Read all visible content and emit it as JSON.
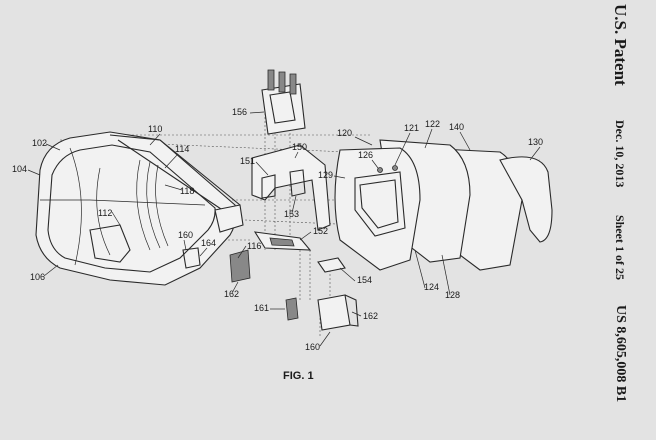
{
  "header": {
    "title": "U.S. Patent",
    "date": "Dec. 10, 2013",
    "sheet": "Sheet 1 of 25",
    "number": "US 8,605,008 B1"
  },
  "figure": {
    "label": "FIG. 1",
    "reference_numerals": [
      "102",
      "104",
      "106",
      "110",
      "112",
      "114",
      "116",
      "118",
      "120",
      "121",
      "122",
      "124",
      "126",
      "128",
      "129",
      "130",
      "140",
      "150",
      "151",
      "152",
      "153",
      "154",
      "156",
      "160",
      "161",
      "162",
      "164"
    ]
  }
}
